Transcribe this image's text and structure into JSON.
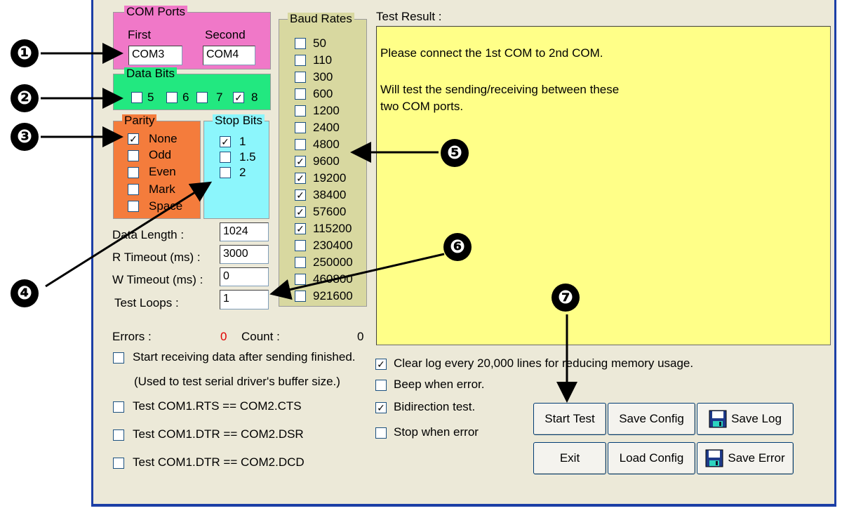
{
  "com_ports": {
    "title": "COM Ports",
    "first_label": "First",
    "second_label": "Second",
    "first_value": "COM3",
    "second_value": "COM4",
    "color": "#f078c8"
  },
  "data_bits": {
    "title": "Data Bits",
    "color": "#22e880",
    "options": [
      {
        "label": "5",
        "checked": false
      },
      {
        "label": "6",
        "checked": false
      },
      {
        "label": "7",
        "checked": false
      },
      {
        "label": "8",
        "checked": true
      }
    ]
  },
  "parity": {
    "title": "Parity",
    "color": "#f47c3c",
    "options": [
      {
        "label": "None",
        "checked": true
      },
      {
        "label": "Odd",
        "checked": false
      },
      {
        "label": "Even",
        "checked": false
      },
      {
        "label": "Mark",
        "checked": false
      },
      {
        "label": "Space",
        "checked": false
      }
    ]
  },
  "stop_bits": {
    "title": "Stop Bits",
    "color": "#8cf6fc",
    "options": [
      {
        "label": "1",
        "checked": true
      },
      {
        "label": "1.5",
        "checked": false
      },
      {
        "label": "2",
        "checked": false
      }
    ]
  },
  "baud_rates": {
    "title": "Baud Rates",
    "color": "#d8d8a0",
    "options": [
      {
        "label": "50",
        "checked": false
      },
      {
        "label": "110",
        "checked": false
      },
      {
        "label": "300",
        "checked": false
      },
      {
        "label": "600",
        "checked": false
      },
      {
        "label": "1200",
        "checked": false
      },
      {
        "label": "2400",
        "checked": false
      },
      {
        "label": "4800",
        "checked": false
      },
      {
        "label": "9600",
        "checked": true
      },
      {
        "label": "19200",
        "checked": true
      },
      {
        "label": "38400",
        "checked": true
      },
      {
        "label": "57600",
        "checked": true
      },
      {
        "label": "115200",
        "checked": true
      },
      {
        "label": "230400",
        "checked": false
      },
      {
        "label": "250000",
        "checked": false
      },
      {
        "label": "460800",
        "checked": false
      },
      {
        "label": "921600",
        "checked": false
      }
    ]
  },
  "settings": {
    "data_length_label": "Data Length :",
    "data_length_value": "1024",
    "r_timeout_label": "R Timeout (ms) :",
    "r_timeout_value": "3000",
    "w_timeout_label": "W Timeout (ms) :",
    "w_timeout_value": "0",
    "test_loops_label": "Test Loops :",
    "test_loops_value": "1"
  },
  "counters": {
    "errors_label": "Errors :",
    "errors_value": "0",
    "count_label": "Count :",
    "count_value": "0",
    "errors_color": "#e00000"
  },
  "left_options": {
    "start_receiving": {
      "label": "Start receiving data after sending finished.",
      "checked": false
    },
    "start_receiving_note": "(Used to test serial driver's buffer size.)",
    "rts_cts": {
      "label": "Test COM1.RTS == COM2.CTS",
      "checked": false
    },
    "dtr_dsr": {
      "label": "Test COM1.DTR == COM2.DSR",
      "checked": false
    },
    "dtr_dcd": {
      "label": "Test COM1.DTR == COM2.DCD",
      "checked": false
    }
  },
  "test_result": {
    "title": "Test Result :",
    "line1": "Please connect the 1st COM to 2nd COM.",
    "line2": "Will test the sending/receiving between these",
    "line3": "two COM ports.",
    "bg_color": "#ffff88"
  },
  "right_options": {
    "clear_log": {
      "label": "Clear log every 20,000  lines for reducing memory usage.",
      "checked": true
    },
    "beep": {
      "label": "Beep when error.",
      "checked": false
    },
    "bidirection": {
      "label": "Bidirection test.",
      "checked": true
    },
    "stop_error": {
      "label": "Stop when error",
      "checked": false
    }
  },
  "buttons": {
    "start_test": "Start Test",
    "save_config": "Save Config",
    "save_log": "Save Log",
    "exit": "Exit",
    "load_config": "Load Config",
    "save_error": "Save Error"
  },
  "markers": [
    "❶",
    "❷",
    "❸",
    "❹",
    "❺",
    "❻",
    "❼"
  ]
}
